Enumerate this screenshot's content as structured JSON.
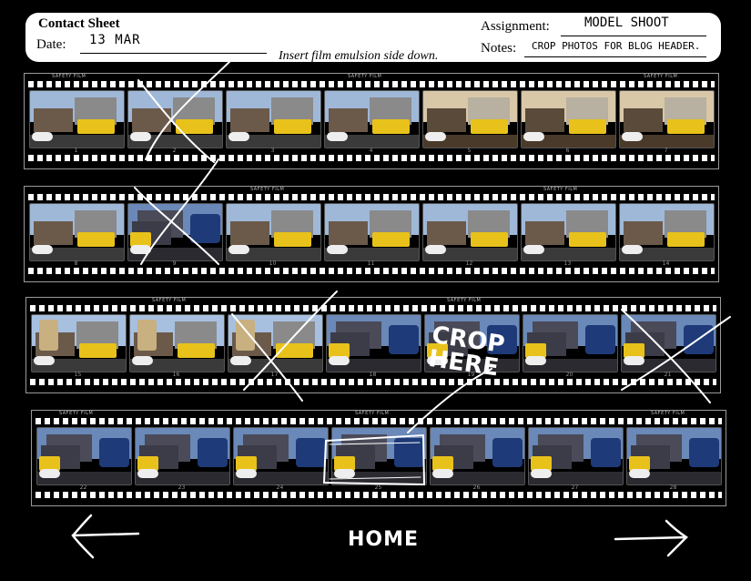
{
  "header": {
    "title": "Contact Sheet",
    "date_label": "Date:",
    "date_value": "13 MAR",
    "insert_note": "Insert film emulsion side down.",
    "assignment_label": "Assignment:",
    "assignment_value": "MODEL SHOOT",
    "notes_label": "Notes:",
    "notes_value": "CROP PHOTOS FOR BLOG HEADER."
  },
  "film": {
    "safety_label": "SAFETY FILM"
  },
  "annotations": {
    "crop_here": "CROP HERE"
  },
  "nav": {
    "home_label": "HOME",
    "back_icon": "left-arrow-icon",
    "forward_icon": "right-arrow-icon"
  },
  "strips": [
    {
      "frames": [
        "1",
        "2",
        "3",
        "4",
        "5",
        "6",
        "7"
      ]
    },
    {
      "frames": [
        "8",
        "9",
        "10",
        "11",
        "12",
        "13",
        "14"
      ]
    },
    {
      "frames": [
        "15",
        "16",
        "17",
        "18",
        "19",
        "20",
        "21"
      ]
    },
    {
      "frames": [
        "22",
        "23",
        "24",
        "25",
        "26",
        "27",
        "28"
      ]
    }
  ],
  "colors": {
    "background": "#000000",
    "header_bg": "#ffffff",
    "truck_yellow": "#e8c21a",
    "annotation": "#ffffff"
  }
}
